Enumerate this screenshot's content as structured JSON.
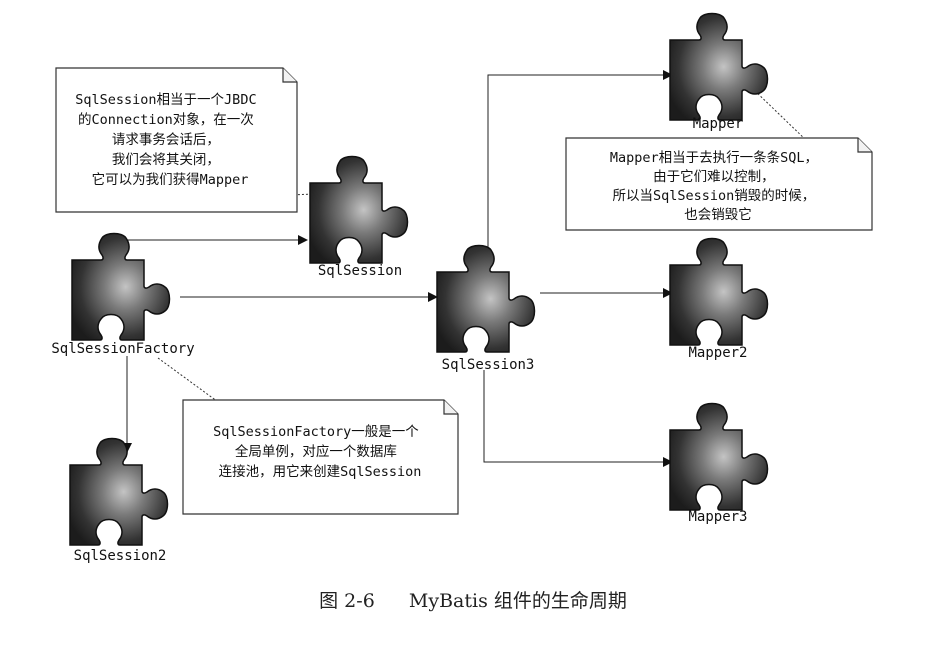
{
  "diagram": {
    "components": [
      {
        "id": "factory",
        "label": "SqlSessionFactory",
        "kind": "puzzle-piece"
      },
      {
        "id": "session1",
        "label": "SqlSession",
        "kind": "puzzle-piece"
      },
      {
        "id": "session2",
        "label": "SqlSession2",
        "kind": "puzzle-piece"
      },
      {
        "id": "session3",
        "label": "SqlSession3",
        "kind": "puzzle-piece"
      },
      {
        "id": "mapper1",
        "label": "Mapper",
        "kind": "puzzle-piece"
      },
      {
        "id": "mapper2",
        "label": "Mapper2",
        "kind": "puzzle-piece"
      },
      {
        "id": "mapper3",
        "label": "Mapper3",
        "kind": "puzzle-piece"
      }
    ],
    "connections": [
      {
        "from": "factory",
        "to": "session1"
      },
      {
        "from": "factory",
        "to": "session3"
      },
      {
        "from": "factory",
        "to": "session2"
      },
      {
        "from": "session3",
        "to": "mapper1"
      },
      {
        "from": "session3",
        "to": "mapper2"
      },
      {
        "from": "session3",
        "to": "mapper3"
      }
    ],
    "notes": [
      {
        "id": "note-sqlsession",
        "attached_to": "session1",
        "lines": [
          "SqlSession相当于一个JBDC",
          "的Connection对象，在一次",
          "请求事务会话后，",
          "我们会将其关闭，",
          "它可以为我们获得Mapper"
        ]
      },
      {
        "id": "note-mapper",
        "attached_to": "mapper1",
        "lines": [
          "Mapper相当于去执行一条条SQL，",
          "由于它们难以控制，",
          "所以当SqlSession销毁的时候，",
          "也会销毁它"
        ]
      },
      {
        "id": "note-factory",
        "attached_to": "factory",
        "lines": [
          "SqlSessionFactory一般是一个",
          "全局单例，对应一个数据库",
          "连接池，用它来创建SqlSession"
        ]
      }
    ]
  },
  "caption": {
    "figure_number": "图 2-6",
    "title": "MyBatis 组件的生命周期"
  },
  "colors": {
    "piece_dark": "#1c1c1c",
    "piece_light": "#c4c4c4",
    "line": "#222222",
    "note_border": "#333333",
    "note_fold": "#f2f2f2"
  }
}
